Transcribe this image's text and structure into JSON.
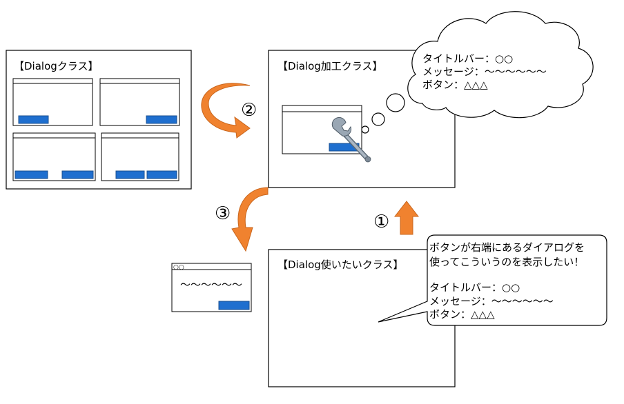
{
  "boxes": {
    "dialog_class_title": "【Dialogクラス】",
    "processing_class_title": "【Dialog加工クラス】",
    "user_class_title": "【Dialog使いたいクラス】"
  },
  "cloud": {
    "line1": "タイトルバー：○○",
    "line2": "メッセージ：～～～～～～",
    "line3": "ボタン：△△△"
  },
  "callout": {
    "line1": "ボタンが右端にあるダイアログを",
    "line2": "使ってこういうのを表示したい！",
    "line3": "タイトルバー：○○",
    "line4": "メッセージ：～～～～～～",
    "line5": "ボタン：△△△"
  },
  "steps": {
    "step1": "①",
    "step2": "②",
    "step3": "③"
  },
  "result": {
    "titlebar": "○○",
    "message": "～～～～～～"
  },
  "colors": {
    "button_blue": "#1f6fcf",
    "arrow_orange": "#f0822f",
    "arrow_orange_dark": "#c9661d",
    "wrench_gray": "#8c9aa8"
  }
}
